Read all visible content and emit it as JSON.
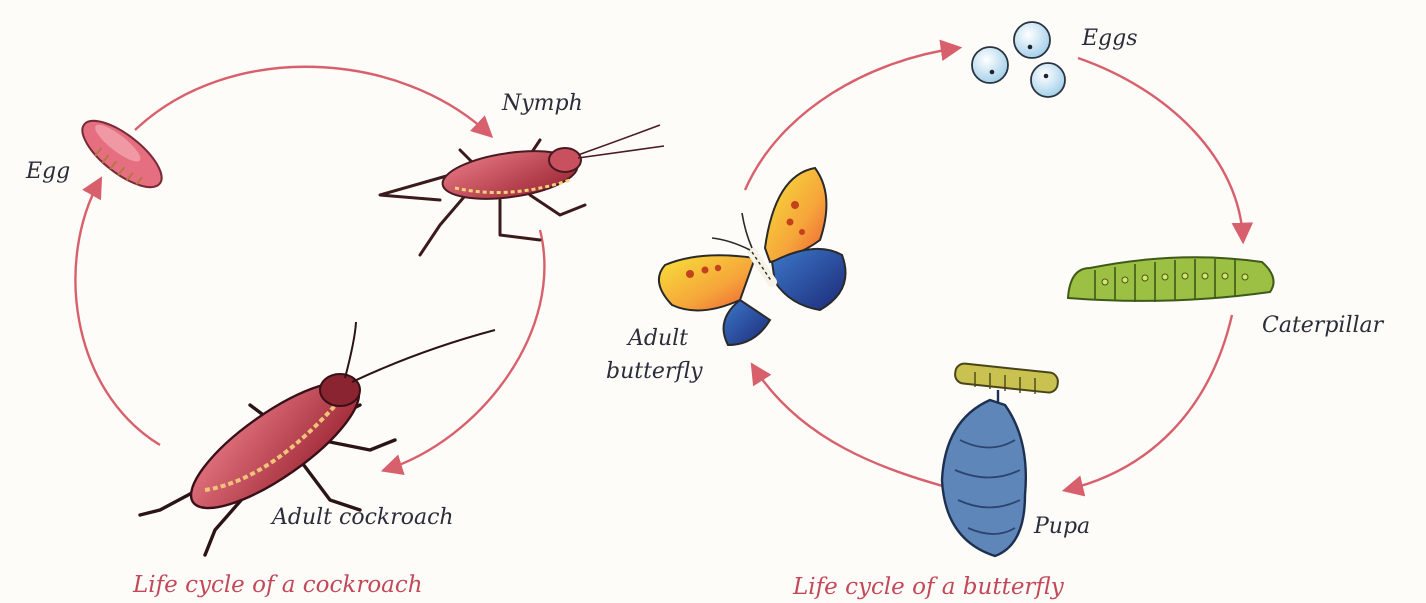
{
  "cockroach": {
    "labels": {
      "egg": "Egg",
      "nymph": "Nymph",
      "adult": "Adult cockroach"
    },
    "caption": "Life cycle of a cockroach"
  },
  "butterfly": {
    "labels": {
      "eggs": "Eggs",
      "caterpillar": "Caterpillar",
      "pupa": "Pupa",
      "adult_line1": "Adult",
      "adult_line2": "butterfly"
    },
    "caption": "Life cycle of a butterfly"
  },
  "colors": {
    "arrow": "#d8606c",
    "caption": "#c2495a",
    "label": "#2b2d3a"
  }
}
